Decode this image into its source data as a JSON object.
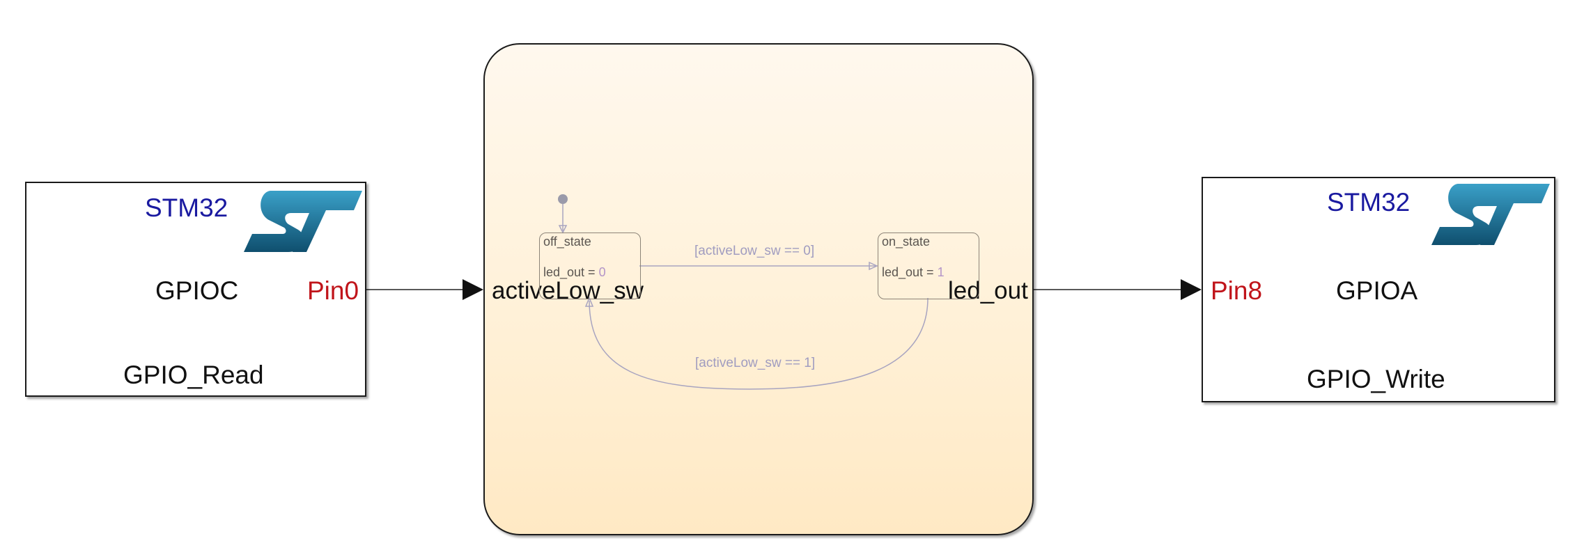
{
  "read_block": {
    "vendor": "STM32",
    "port": "GPIOC",
    "pin": "Pin0",
    "label": "GPIO_Read"
  },
  "write_block": {
    "vendor": "STM32",
    "port": "GPIOA",
    "pin": "Pin8",
    "label": "GPIO_Write"
  },
  "chart": {
    "input_port": "activeLow_sw",
    "output_port": "led_out",
    "states": [
      {
        "name": "off_state",
        "action_prefix": "led_out = ",
        "action_value": "0"
      },
      {
        "name": "on_state",
        "action_prefix": "led_out = ",
        "action_value": "1"
      }
    ],
    "transitions": [
      {
        "guard": "[activeLow_sw == 0]"
      },
      {
        "guard": "[activeLow_sw == 1]"
      }
    ]
  },
  "colors": {
    "pin": "#c0141a",
    "vendor": "#1a1aa0",
    "logo": "#1f6f93",
    "chart_bg": "#fff1d8"
  },
  "icons": {
    "logo": "st-logo-icon"
  }
}
